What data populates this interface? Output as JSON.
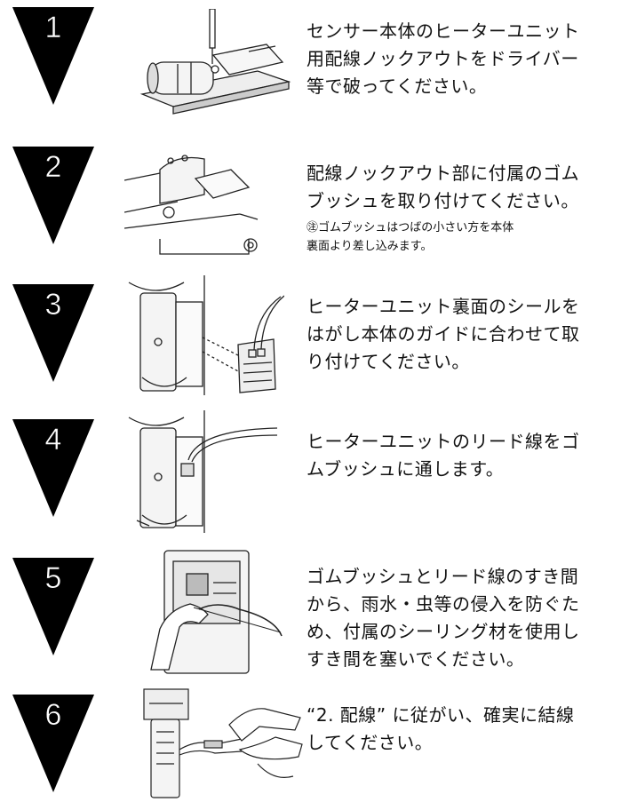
{
  "steps": [
    {
      "number": "1",
      "lines": [
        "センサー本体のヒーターユニット",
        "用配線ノックアウトをドライバー",
        "等で破ってください。"
      ]
    },
    {
      "number": "2",
      "lines": [
        "配線ノックアウト部に付属のゴム",
        "ブッシュを取り付けてください。"
      ],
      "note": [
        "㊟ゴムブッシュはつばの小さい方を本体",
        "裏面より差し込みます。"
      ]
    },
    {
      "number": "3",
      "lines": [
        "ヒーターユニット裏面のシールを",
        "はがし本体のガイドに合わせて取",
        "り付けてください。"
      ]
    },
    {
      "number": "4",
      "lines": [
        "ヒーターユニットのリード線をゴ",
        "ムブッシュに通します。"
      ]
    },
    {
      "number": "5",
      "lines": [
        "ゴムブッシュとリード線のすき間",
        "から、雨水・虫等の侵入を防ぐた",
        "め、付属のシーリング材を使用し",
        "すき間を塞いでください。"
      ]
    },
    {
      "number": "6",
      "lines": [
        "“2. 配線” に従がい、確実に結線",
        "してください。"
      ]
    }
  ]
}
